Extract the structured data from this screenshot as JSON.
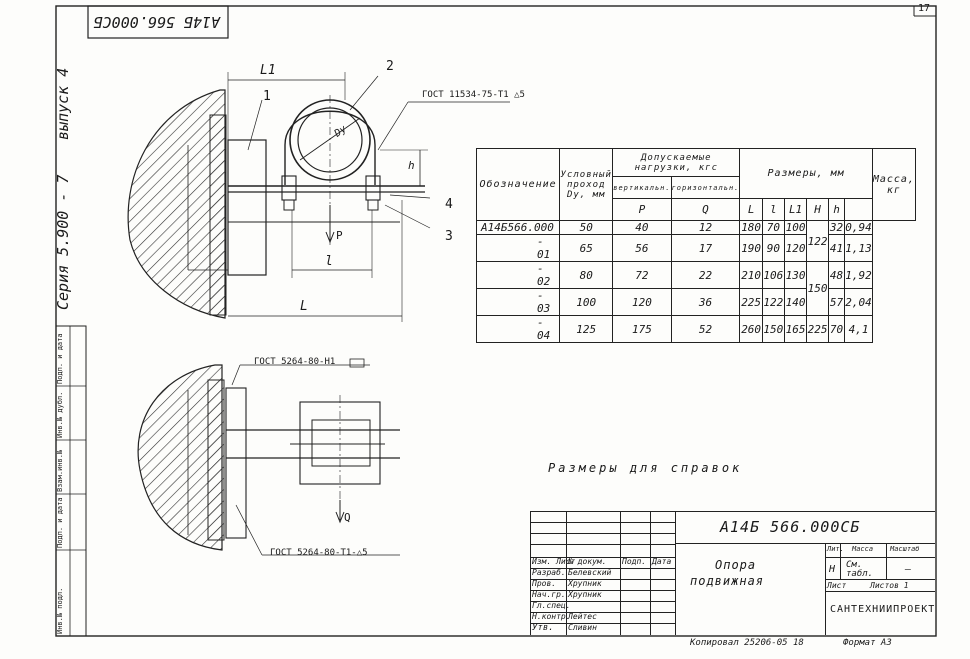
{
  "page_number": "17",
  "doc_code_rotated": "А14Б 566.000СБ",
  "series_label": "Серия 5.900 - 7",
  "issue_label": "выпуск 4",
  "side_stamps": [
    "Инв.№ подл.",
    "Подп. и дата",
    "Взам.инв.№",
    "Инв.№ дубл.",
    "Подп. и дата"
  ],
  "drawing": {
    "callouts": [
      "1",
      "2",
      "3",
      "4"
    ],
    "dim_L1": "L1",
    "dim_l": "l",
    "dim_L": "L",
    "dim_h": "h",
    "dim_Dy": "Dy",
    "force_P": "P",
    "force_Q": "Q",
    "gost_top": "ГОСТ 11534-75-Т1 △5",
    "gost_mid": "ГОСТ 5264-80-Н1",
    "gost_bottom": "ГОСТ 5264-80-Т1-△5",
    "note": "Размеры для справок"
  },
  "table": {
    "headers": {
      "designation": "Обозначение",
      "nominal": "Условный проход Dy, мм",
      "loads": "Допускаемые нагрузки, кгс",
      "vertical": "вертикальн.",
      "horizontal": "горизонтальн.",
      "sizes": "Размеры, мм",
      "mass": "Масса, кг",
      "P": "P",
      "Q": "Q",
      "L": "L",
      "l": "l",
      "L1": "L1",
      "H": "H",
      "h": "h"
    },
    "rows": [
      {
        "des": "А14Б566.000",
        "dy": "50",
        "p": "40",
        "q": "12",
        "L": "180",
        "l": "70",
        "L1": "100",
        "h": "32",
        "mass": "0,94"
      },
      {
        "des": "- 01",
        "dy": "65",
        "p": "56",
        "q": "17",
        "L": "190",
        "l": "90",
        "L1": "120",
        "h": "41",
        "mass": "1,13"
      },
      {
        "des": "- 02",
        "dy": "80",
        "p": "72",
        "q": "22",
        "L": "210",
        "l": "106",
        "L1": "130",
        "h": "48",
        "mass": "1,92"
      },
      {
        "des": "- 03",
        "dy": "100",
        "p": "120",
        "q": "36",
        "L": "225",
        "l": "122",
        "L1": "140",
        "h": "57",
        "mass": "2,04"
      },
      {
        "des": "- 04",
        "dy": "125",
        "p": "175",
        "q": "52",
        "L": "260",
        "l": "150",
        "L1": "165",
        "H": "225",
        "h": "70",
        "mass": "4,1"
      }
    ],
    "H_merged_1": "122",
    "H_merged_2": "150"
  },
  "title_block": {
    "code": "А14Б 566.000СБ",
    "name_line1": "Опора",
    "name_line2": "подвижная",
    "lit": "Лит.",
    "mass": "Масса",
    "scale": "Масштаб",
    "lit_value": "Н",
    "mass_value": "См. табл.",
    "scale_value": "—",
    "sheet": "Лист",
    "sheets": "Листов 1",
    "org": "САНТЕХНИИПРОЕКТ",
    "rows": [
      {
        "role": "Изм. Лист",
        "name": "№ докум.",
        "sign": "Подп.",
        "date": "Дата"
      },
      {
        "role": "Разраб.",
        "name": "Белевский",
        "sign": "",
        "date": ""
      },
      {
        "role": "Пров.",
        "name": "Хрупник",
        "sign": "",
        "date": ""
      },
      {
        "role": "Нач.гр.",
        "name": "Хрупник",
        "sign": "",
        "date": ""
      },
      {
        "role": "Гл.спец.",
        "name": "",
        "sign": "",
        "date": ""
      },
      {
        "role": "Н.контр.",
        "name": "Лейтес",
        "sign": "",
        "date": ""
      },
      {
        "role": "Утв.",
        "name": "Сливин",
        "sign": "",
        "date": ""
      }
    ]
  },
  "footer": {
    "copied": "Копировал 25206-05 18",
    "format": "Формат А3"
  }
}
